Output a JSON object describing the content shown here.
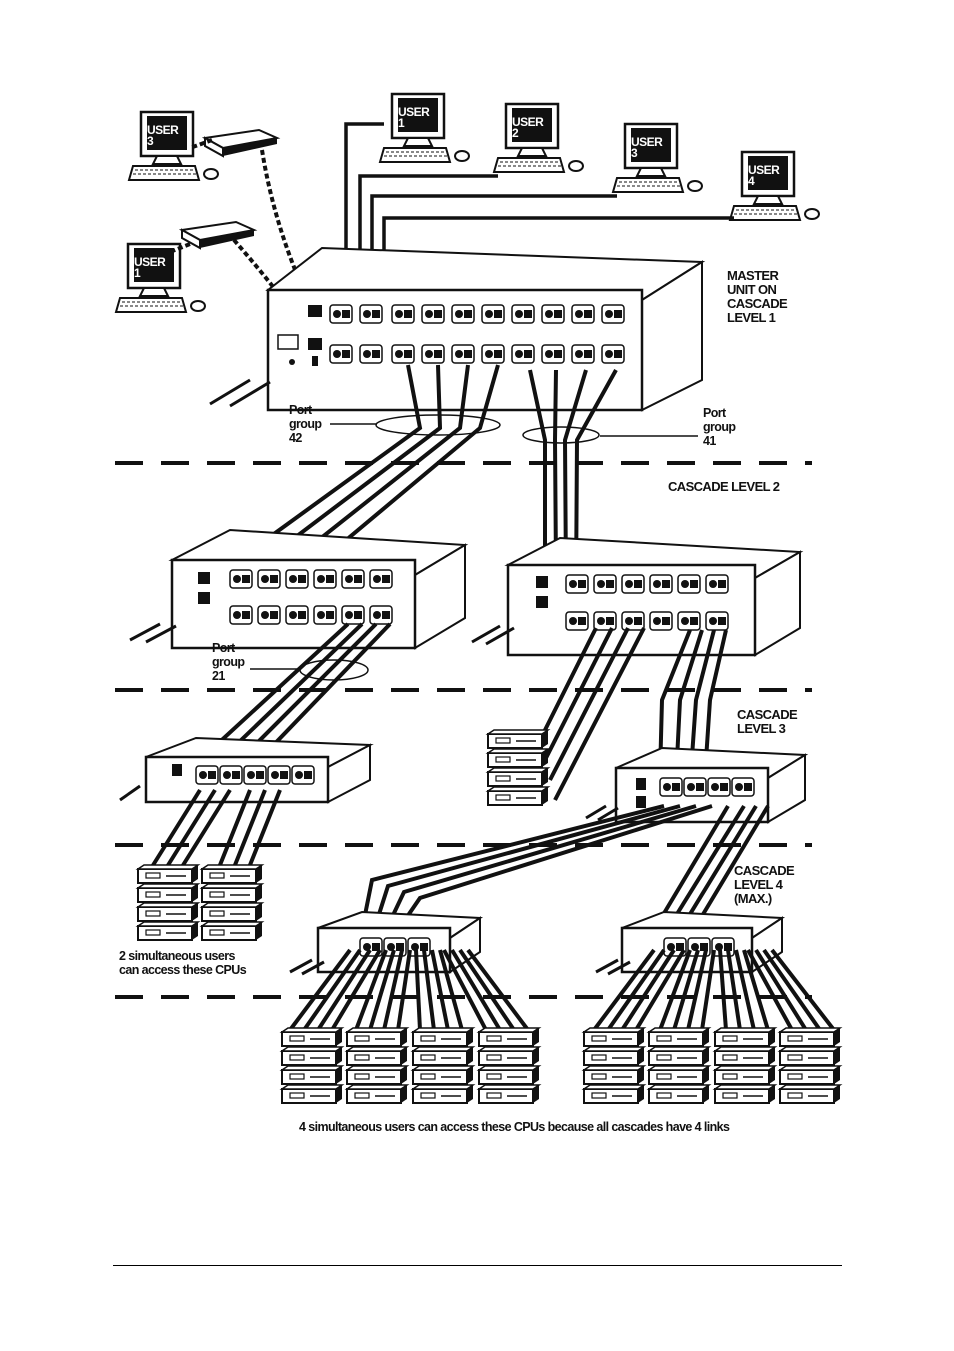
{
  "users": {
    "top_left": "USER\n3",
    "mid_left": "USER\n1",
    "u1": "USER\n1",
    "u2": "USER\n2",
    "u3": "USER\n3",
    "u4": "USER\n4"
  },
  "labels": {
    "master": "MASTER\nUNIT ON\nCASCADE\nLEVEL 1",
    "pg42": "Port\ngroup\n42",
    "pg41": "Port\ngroup\n41",
    "level2": "CASCADE LEVEL 2",
    "pg21": "Port\ngroup\n21",
    "level3": "CASCADE\nLEVEL 3",
    "level4": "CASCADE\nLEVEL 4\n(MAX.)",
    "two_users": "2 simultaneous users\ncan access these CPUs",
    "four_users": "4 simultaneous users can access these CPUs because all cascades have 4 links"
  },
  "colors": {
    "ink": "#111111",
    "paper": "#ffffff",
    "screen": "#111111"
  }
}
